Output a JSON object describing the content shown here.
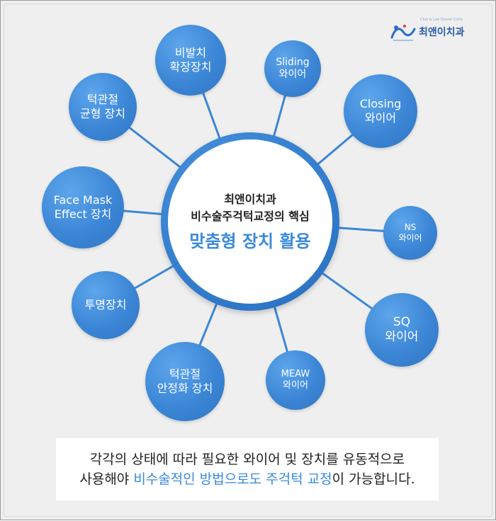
{
  "logo": {
    "name": "최앤이치과",
    "small": "Choi & Lee Dental Clinic"
  },
  "center": {
    "line1": "최앤이치과",
    "line2": "비수술주걱턱교정의 핵심",
    "line3": "맞춤형 장치 활용"
  },
  "nodes": [
    {
      "id": "bibalchi",
      "lines": [
        "비발치",
        "확장장치"
      ]
    },
    {
      "id": "sliding",
      "lines": [
        "Sliding",
        "와이어"
      ]
    },
    {
      "id": "closing",
      "lines": [
        "Closing",
        "와이어"
      ]
    },
    {
      "id": "ns",
      "lines": [
        "NS",
        "와이어"
      ]
    },
    {
      "id": "sq",
      "lines": [
        "SQ",
        "와이어"
      ]
    },
    {
      "id": "meaw",
      "lines": [
        "MEAW",
        "와이어"
      ]
    },
    {
      "id": "stabilizer",
      "lines": [
        "턱관절",
        "안정화 장치"
      ]
    },
    {
      "id": "clear",
      "lines": [
        "투명장치"
      ]
    },
    {
      "id": "facemask",
      "lines": [
        "Face Mask",
        "Effect 장치"
      ]
    },
    {
      "id": "balance",
      "lines": [
        "턱관절",
        "균형 장치"
      ]
    }
  ],
  "bottom": {
    "line1": "각각의 상태에 따라 필요한 와이어 및 장치를 유동적으로",
    "line2_prefix": "사용해야 ",
    "line2_highlight": "비수술적인 방법으로도 주걱턱 교정",
    "line2_suffix": "이 가능합니다."
  },
  "colors": {
    "accent": "#3a8ad9",
    "node": "#3c86d6",
    "background": "#efefef"
  }
}
